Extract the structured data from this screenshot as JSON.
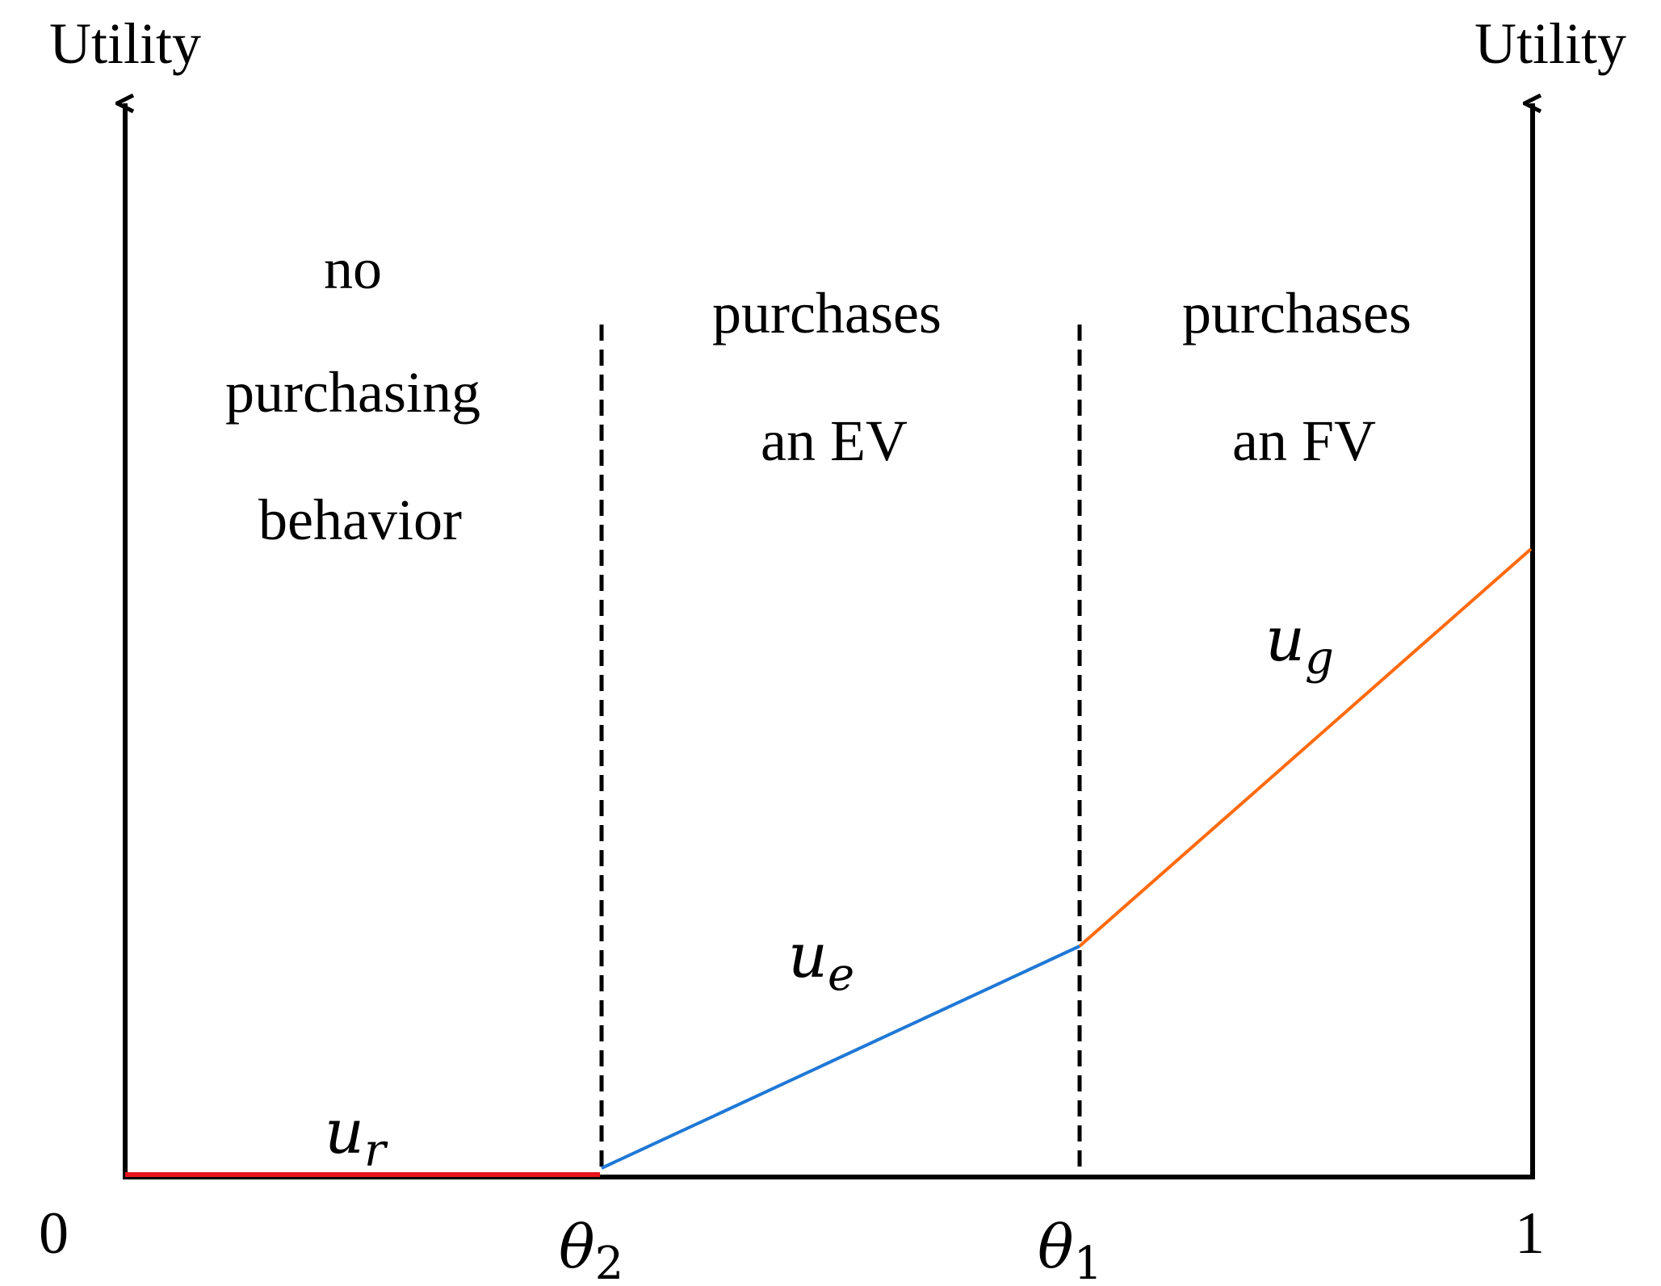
{
  "axes": {
    "left_label": "Utility",
    "right_label": "Utility",
    "tick_labels": [
      "0",
      "θ",
      "θ",
      "1"
    ],
    "tick_subscripts": [
      "",
      "2",
      "1",
      ""
    ]
  },
  "regions": [
    {
      "lines": [
        "no",
        "purchasing",
        "behavior"
      ]
    },
    {
      "lines": [
        "purchases",
        "an EV"
      ]
    },
    {
      "lines": [
        "purchases",
        "an FV"
      ]
    }
  ],
  "curves": [
    {
      "base": "u",
      "sub": "r",
      "color": "#e8151b"
    },
    {
      "base": "u",
      "sub": "e",
      "color": "#1f78d6"
    },
    {
      "base": "u",
      "sub": "g",
      "color": "#ff6a0d"
    }
  ],
  "colors": {
    "axis": "#000000",
    "divider": "#000000"
  }
}
